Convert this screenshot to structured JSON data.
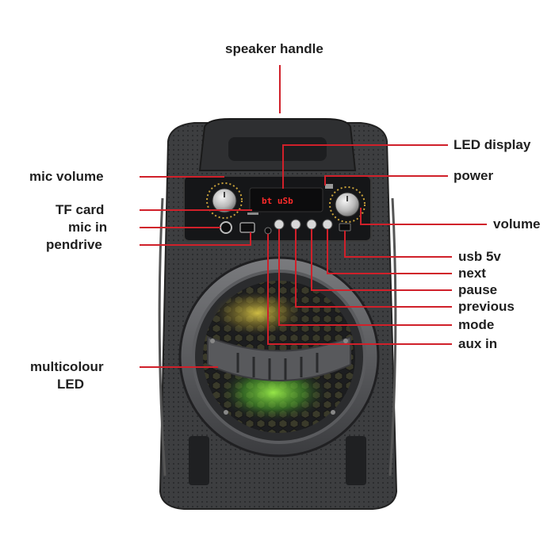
{
  "colors": {
    "leader": "#d0202a",
    "label_text": "#1f1f1f",
    "speaker_body": "#3a3b3d",
    "speaker_dark": "#1e1f21",
    "led_green": "#7cd93a",
    "led_yellow": "#e8d23a",
    "display_red": "#ff2b2b"
  },
  "display_readout": "bt uSb",
  "labels": {
    "speaker_handle": "speaker handle",
    "led_display": "LED display",
    "mic_volume": "mic volume",
    "power": "power",
    "tf_card": "TF card",
    "mic_in": "mic in",
    "volume": "volume",
    "pendrive": "pendrive",
    "usb_5v": "usb 5v",
    "next": "next",
    "pause": "pause",
    "previous": "previous",
    "mode": "mode",
    "aux_in": "aux in",
    "multicolour_led_line1": "multicolour",
    "multicolour_led_line2": "LED"
  }
}
